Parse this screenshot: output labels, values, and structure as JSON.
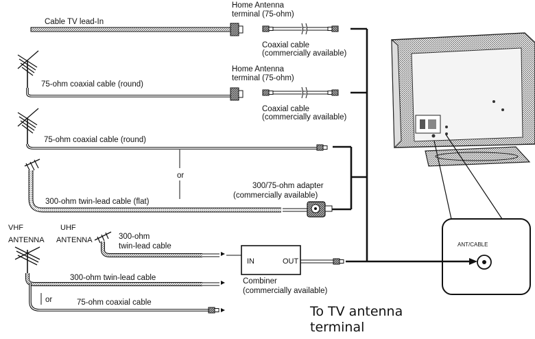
{
  "labels": {
    "cable_tv_lead_in": "Cable TV lead-In",
    "home_antenna_terminal_1_line1": "Home Antenna",
    "home_antenna_terminal_1_line2": "terminal (75-ohm)",
    "coaxial_cable_1_line1": "Coaxial cable",
    "coaxial_cable_1_line2": "(commercially available)",
    "coax_round_1": "75-ohm coaxial cable (round)",
    "home_antenna_terminal_2_line1": "Home Antenna",
    "home_antenna_terminal_2_line2": "terminal (75-ohm)",
    "coaxial_cable_2_line1": "Coaxial cable",
    "coaxial_cable_2_line2": "(commercially available)",
    "coax_round_2": "75-ohm coaxial cable (round)",
    "or_1": "or",
    "adapter_line1": "300/75-ohm adapter",
    "adapter_line2": "(commercially available)",
    "twin_lead_flat": "300-ohm twin-lead cable (flat)",
    "vhf_line1": "VHF",
    "vhf_line2": "ANTENNA",
    "uhf_line1": "UHF",
    "uhf_line2": "ANTENNA",
    "uhf_twin_line1": "300-ohm",
    "uhf_twin_line2": "twin-lead cable",
    "combiner_in": "IN",
    "combiner_out": "OUT",
    "vhf_twin_lead": "300-ohm twin-lead cable",
    "combiner_line1": "Combiner",
    "combiner_line2": "(commercially available)",
    "or_2": "or",
    "vhf_coax": "75-ohm coaxial cable",
    "ant_cable": "ANT/CABLE",
    "to_tv_line1": "To TV antenna",
    "to_tv_line2": "terminal"
  }
}
